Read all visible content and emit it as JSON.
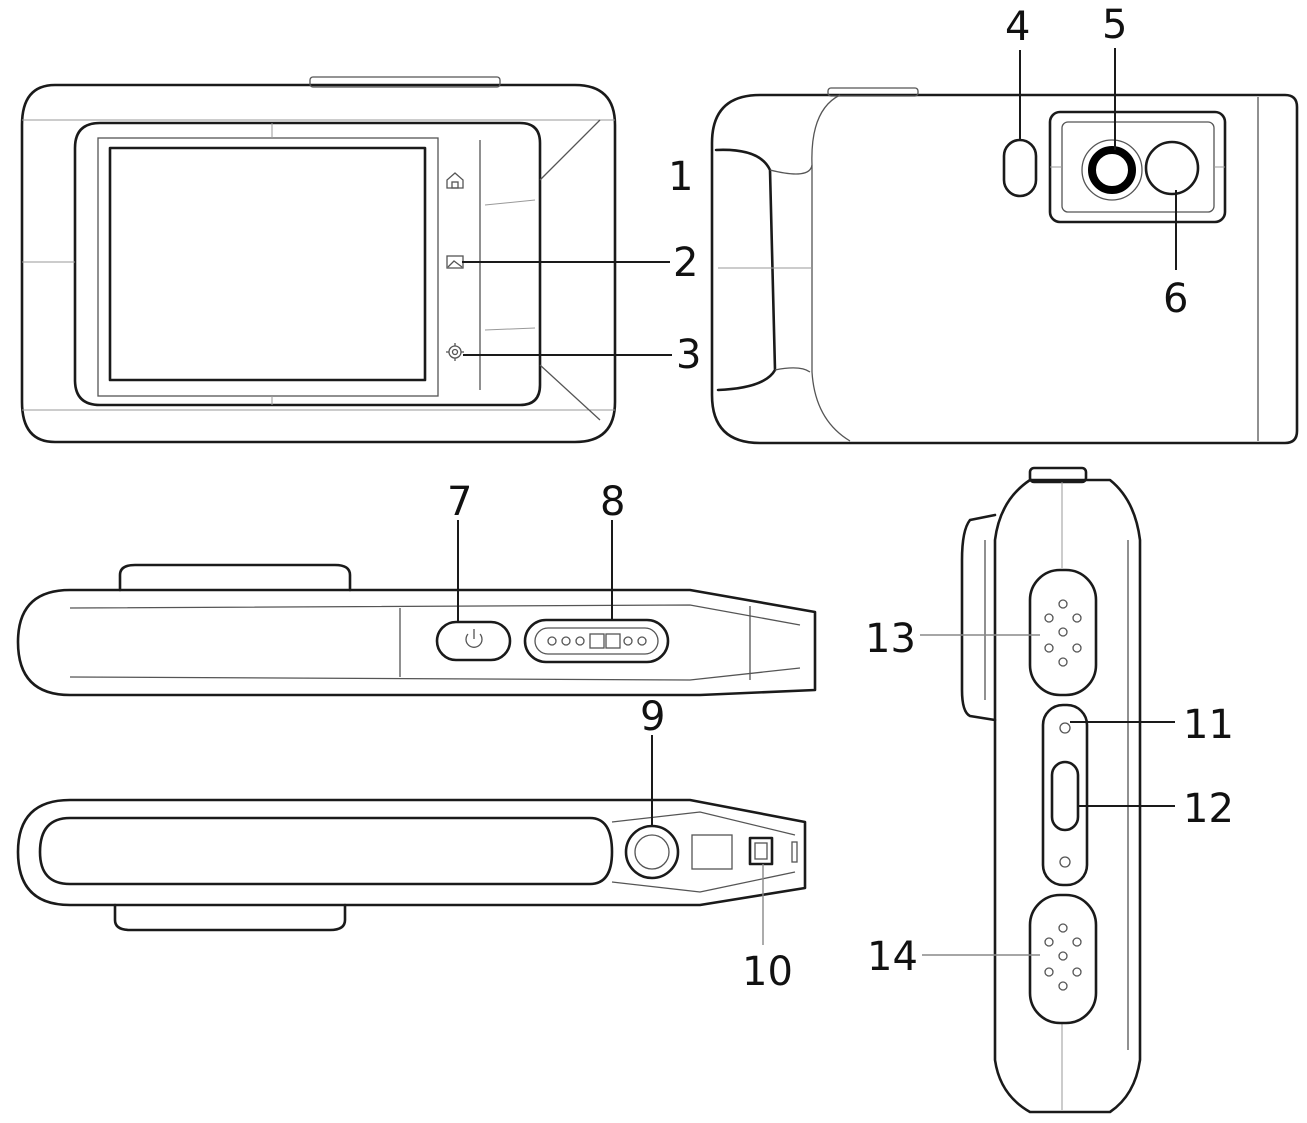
{
  "callouts": [
    {
      "id": "1",
      "text": "1"
    },
    {
      "id": "2",
      "text": "2"
    },
    {
      "id": "3",
      "text": "3"
    },
    {
      "id": "4",
      "text": "4"
    },
    {
      "id": "5",
      "text": "5"
    },
    {
      "id": "6",
      "text": "6"
    },
    {
      "id": "7",
      "text": "7"
    },
    {
      "id": "8",
      "text": "8"
    },
    {
      "id": "9",
      "text": "9"
    },
    {
      "id": "10",
      "text": "10"
    },
    {
      "id": "11",
      "text": "11"
    },
    {
      "id": "12",
      "text": "12"
    },
    {
      "id": "13",
      "text": "13"
    },
    {
      "id": "14",
      "text": "14"
    }
  ],
  "icons": {
    "button_1": "home-icon",
    "button_2": "image-gallery-icon",
    "button_3": "settings-gear-icon",
    "button_7": "power-icon"
  }
}
